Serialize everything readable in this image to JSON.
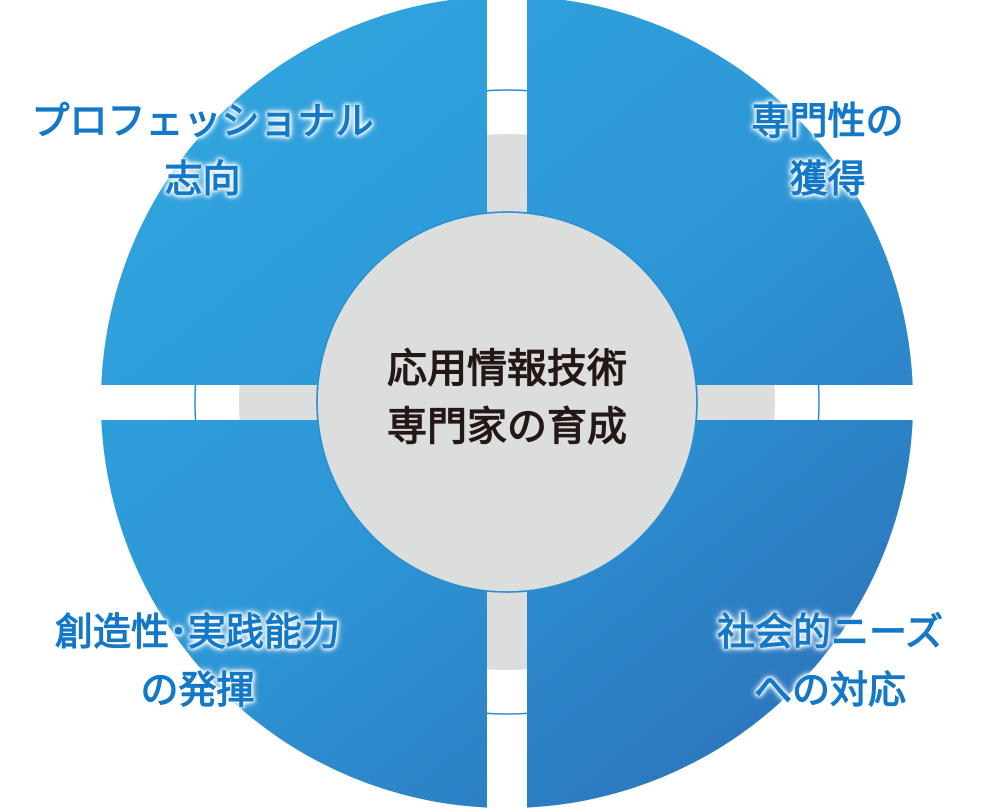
{
  "center": {
    "line1": "応用情報技術",
    "line2": "専門家の育成"
  },
  "quadrants": [
    {
      "line1": "プロフェッショナル",
      "line2": "志向"
    },
    {
      "line1": "専門性の",
      "line2": "獲得"
    },
    {
      "line1": "創造性･実践能力",
      "line2": "の発揮"
    },
    {
      "line1": "社会的ニーズ",
      "line2": "への対応"
    }
  ],
  "colors": {
    "gradient_start": "#31a9e1",
    "gradient_end": "#2b67b1",
    "center_fill": "#dcdddd",
    "label": "#1478c8"
  }
}
